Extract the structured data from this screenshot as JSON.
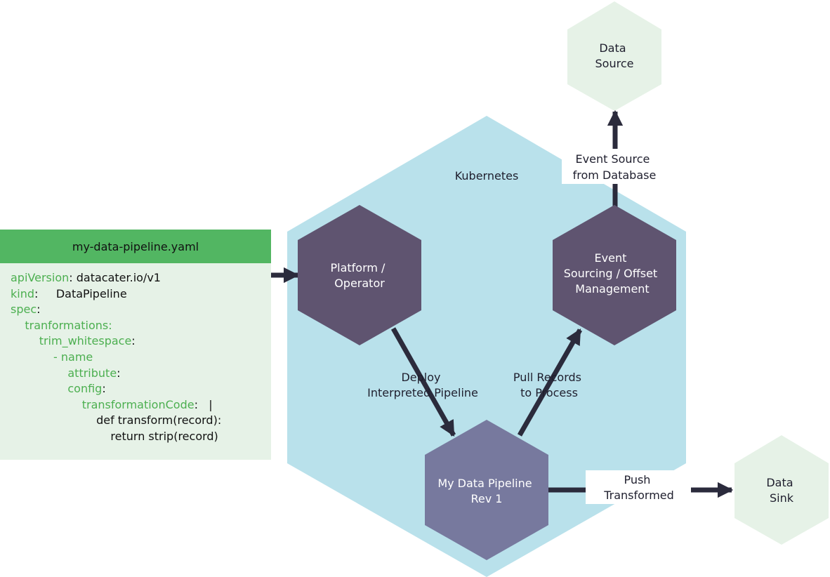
{
  "cluster": {
    "label": "Kubernetes"
  },
  "nodes": {
    "operator": [
      "Platform /",
      "Operator"
    ],
    "event_sourcing": [
      "Event",
      "Sourcing / Offset",
      "Management"
    ],
    "pipeline": [
      "My Data Pipeline",
      "Rev 1"
    ],
    "data_source": [
      "Data",
      "Source"
    ],
    "data_sink": [
      "Data",
      "Sink"
    ]
  },
  "edges": {
    "deploy": [
      "Deploy",
      "Interpreted Pipeline"
    ],
    "pull": [
      "Pull Records",
      "to Process"
    ],
    "event_source": [
      "Event Source",
      "from Database"
    ],
    "push": [
      "Push",
      "Transformed"
    ]
  },
  "yaml": {
    "filename": "my-data-pipeline.yaml",
    "lines": [
      {
        "key": "apiVersion",
        "sep": ": ",
        "val": "datacater.io/v1"
      },
      {
        "key": "kind",
        "sep": ":     ",
        "val": "DataPipeline"
      },
      {
        "key": "spec",
        "sep": ":",
        "val": ""
      },
      {
        "key": "    tranformations:",
        "sep": "",
        "val": ""
      },
      {
        "key": "        trim_whitespace",
        "sep": ":",
        "val": ""
      },
      {
        "key": "            - name",
        "sep": "",
        "val": ""
      },
      {
        "key": "                attribute",
        "sep": ":",
        "val": ""
      },
      {
        "key": "                config",
        "sep": ":",
        "val": ""
      },
      {
        "key": "                    transformationCode",
        "sep": ":   |",
        "val": ""
      },
      {
        "key": "",
        "sep": "",
        "val": "                        def transform(record):"
      },
      {
        "key": "",
        "sep": "",
        "val": "                            return strip(record)"
      }
    ]
  },
  "colors": {
    "cluster": "#b9e1eb",
    "dark_hex": "#5f5470",
    "pipeline_hex": "#77799e",
    "external_hex": "#e6f2e7",
    "arrow": "#2b2b3c",
    "yaml_header": "#52b662",
    "yaml_key": "#4caf50"
  }
}
